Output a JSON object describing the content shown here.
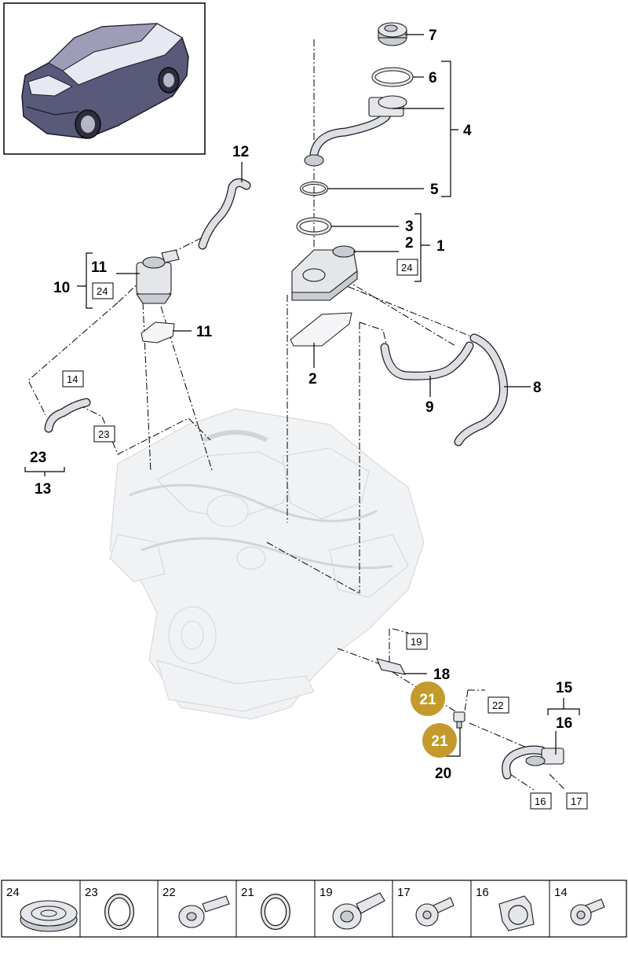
{
  "callouts": {
    "c1": "1",
    "c2": "2",
    "c2b": "2",
    "c3": "3",
    "c4": "4",
    "c5": "5",
    "c6": "6",
    "c7": "7",
    "c8": "8",
    "c9": "9",
    "c10": "10",
    "c11a": "11",
    "c11b": "11",
    "c12": "12",
    "c13": "13",
    "c15": "15",
    "c16": "16",
    "c18": "18",
    "c20": "20",
    "c23": "23"
  },
  "boxed_refs": {
    "b24a": "24",
    "b24b": "24",
    "b14": "14",
    "b23": "23",
    "b19": "19",
    "b22": "22",
    "b16": "16",
    "b17": "17"
  },
  "badges": {
    "badge_top": "21",
    "badge_bottom": "21"
  },
  "parts_strip": [
    {
      "number": "24",
      "icon": "cover-cap-icon"
    },
    {
      "number": "23",
      "icon": "seal-ring-icon"
    },
    {
      "number": "22",
      "icon": "bolt-icon"
    },
    {
      "number": "21",
      "icon": "seal-ring-icon"
    },
    {
      "number": "19",
      "icon": "bolt-icon"
    },
    {
      "number": "17",
      "icon": "bolt-icon"
    },
    {
      "number": "16",
      "icon": "clip-icon"
    },
    {
      "number": "14",
      "icon": "bolt-icon"
    }
  ],
  "colors": {
    "badge_gold": "#c49a2c",
    "engine_ghost": "#d2d4d8",
    "outline": "#000000"
  }
}
